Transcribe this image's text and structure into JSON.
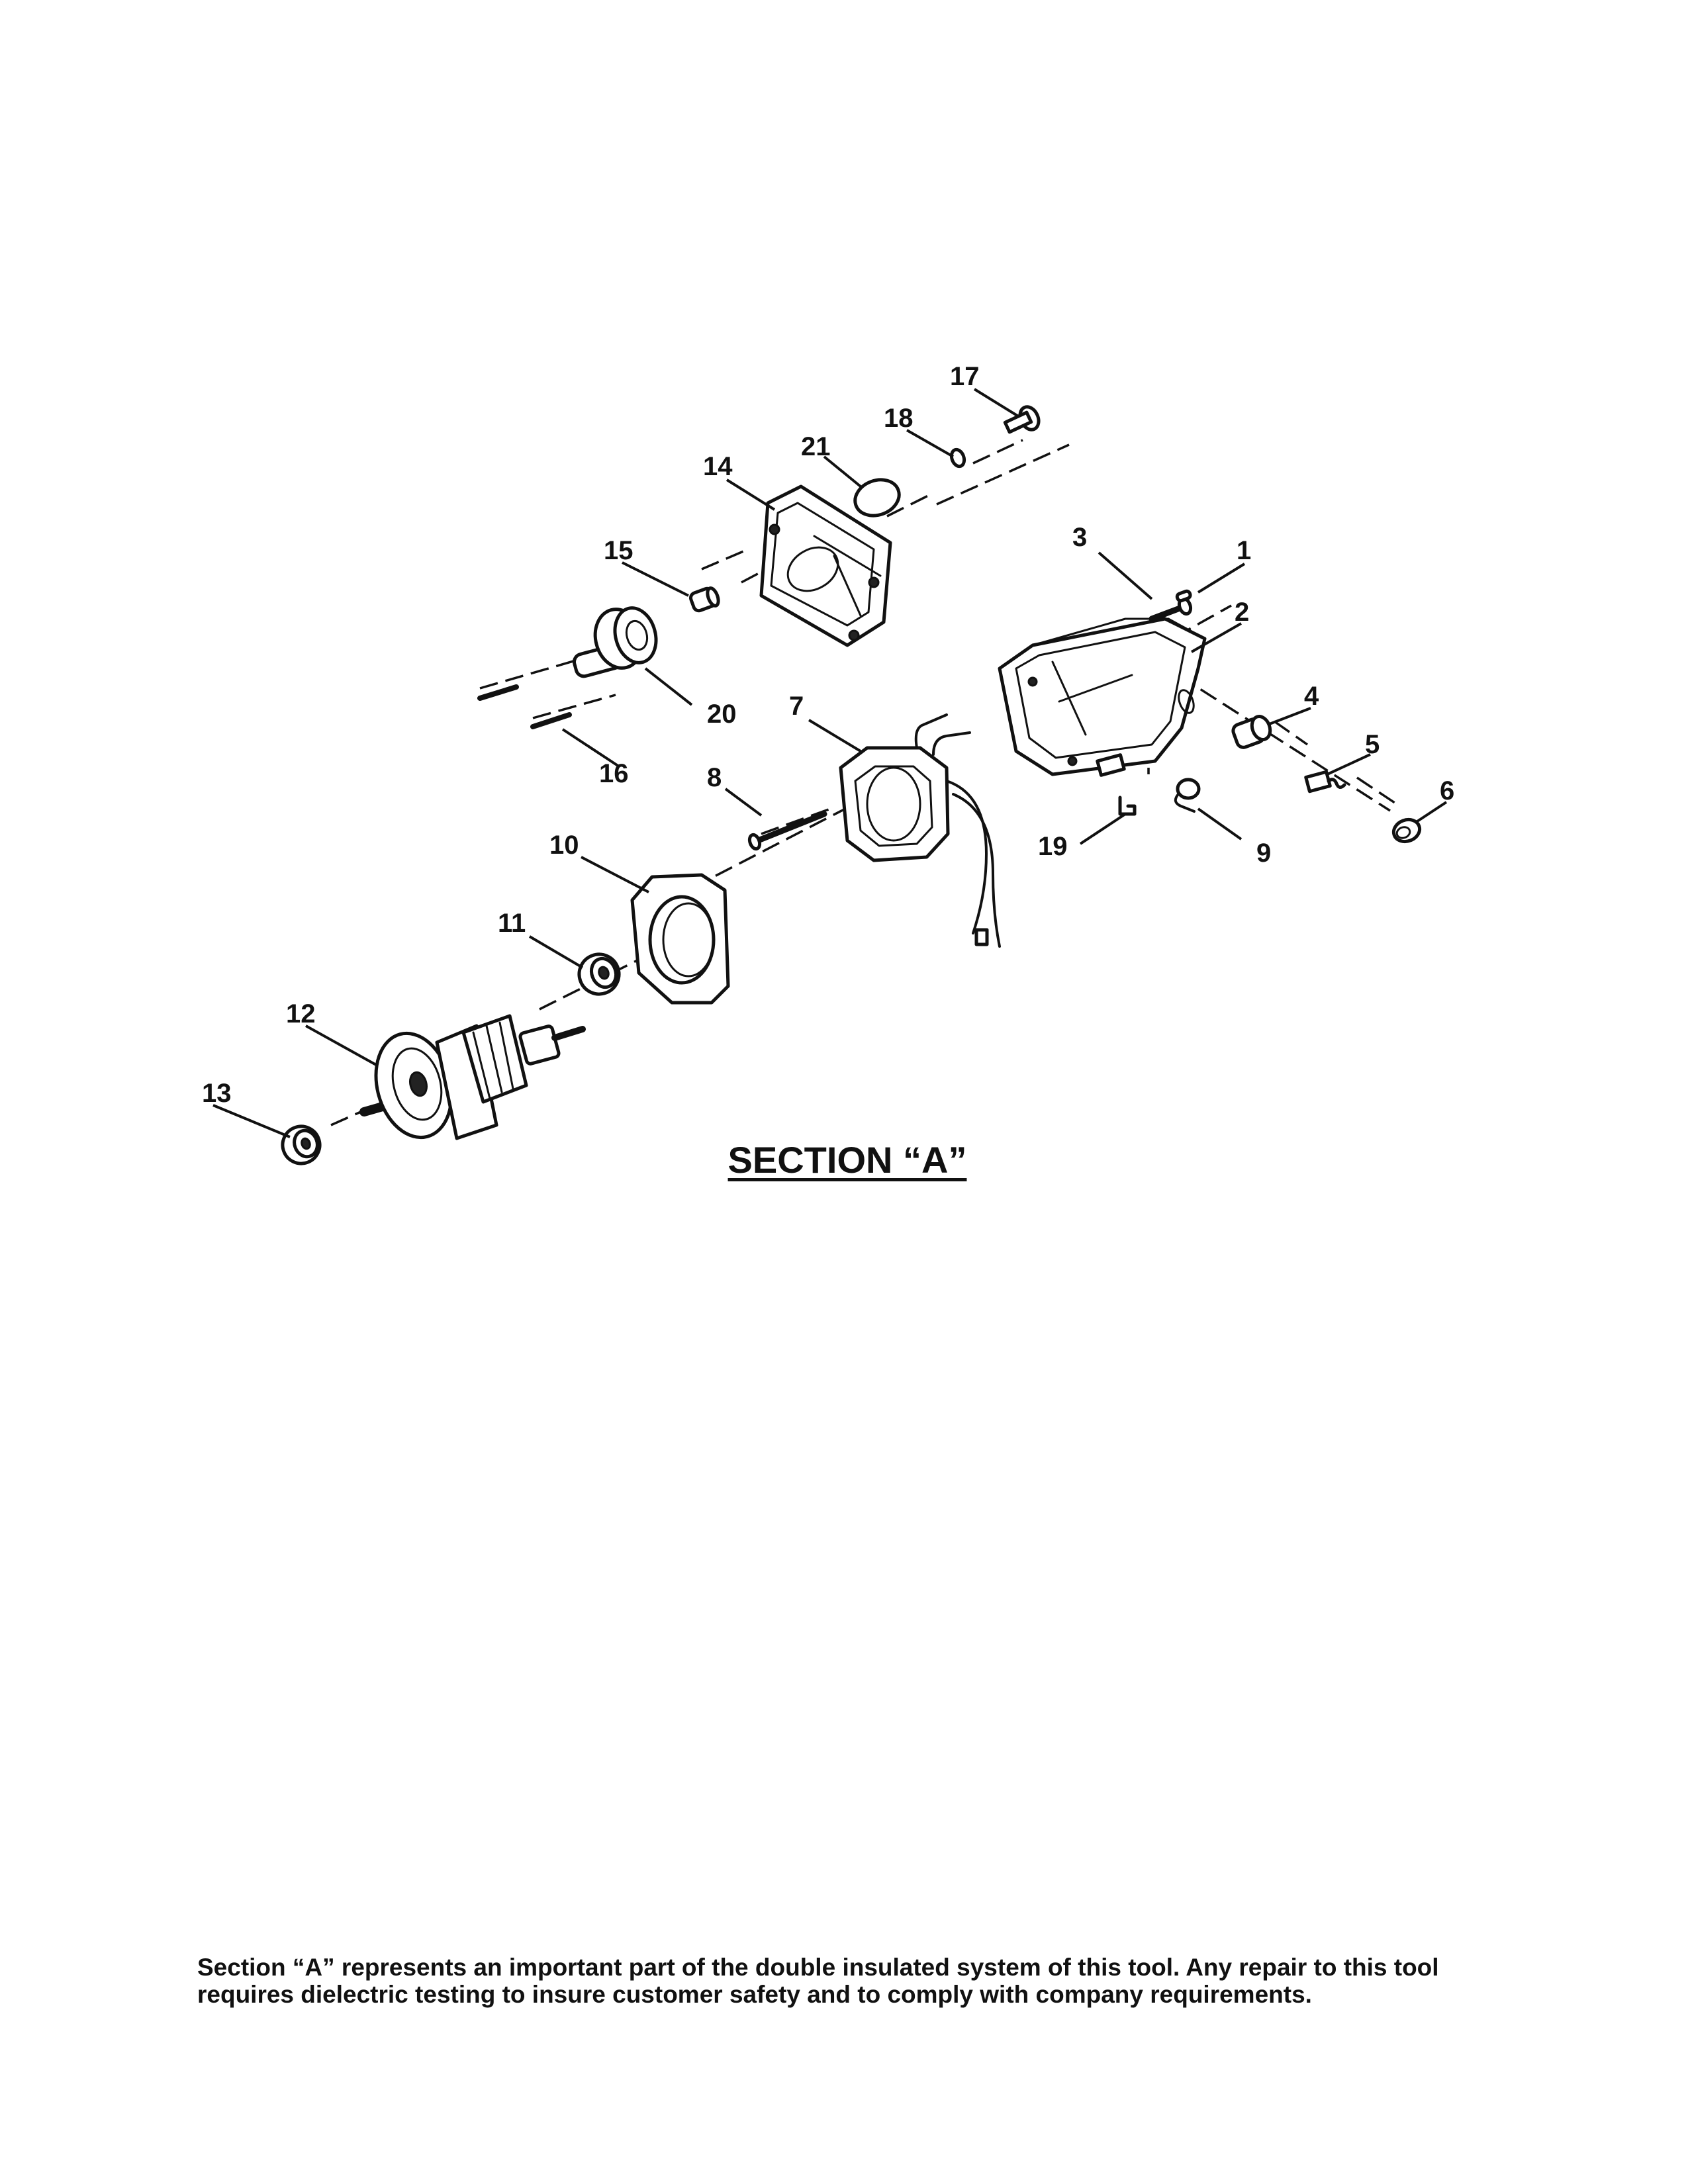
{
  "section_title": "SECTION “A”",
  "footer_note": {
    "line1": "Section “A” represents an important part of the double insulated system of this tool. Any repair to this tool",
    "line2": "requires dielectric testing to insure customer safety and to comply with company requirements."
  },
  "parts": {
    "p1": "1",
    "p2": "2",
    "p3": "3",
    "p4": "4",
    "p5": "5",
    "p6": "6",
    "p7": "7",
    "p8": "8",
    "p9": "9",
    "p10": "10",
    "p11": "11",
    "p12": "12",
    "p13": "13",
    "p14": "14",
    "p15": "15",
    "p16": "16",
    "p17": "17",
    "p18": "18",
    "p19": "19",
    "p20": "20",
    "p21": "21"
  }
}
